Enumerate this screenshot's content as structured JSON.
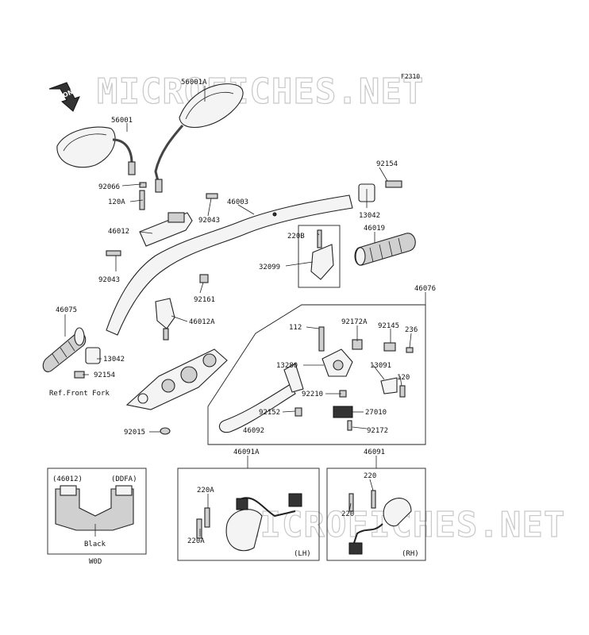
{
  "watermark": "MICROFICHES.NET",
  "figure_code": "F2310",
  "front_arrow": "FRONT",
  "labels": {
    "p56001A": "56001A",
    "p56001": "56001",
    "p92154_top": "92154",
    "p92066": "92066",
    "p120A": "120A",
    "p46003": "46003",
    "p92043_top": "92043",
    "p13042_top": "13042",
    "p46019": "46019",
    "p46012": "46012",
    "p220B": "220B",
    "p32099": "32099",
    "p92043_left": "92043",
    "p92161": "92161",
    "p46076": "46076",
    "p46075": "46075",
    "p46012A": "46012A",
    "p112": "112",
    "p92172A": "92172A",
    "p92145": "92145",
    "p236": "236",
    "p13042_bot": "13042",
    "p13280": "13280",
    "p13091": "13091",
    "p92154_bot": "92154",
    "p120": "120",
    "ref_front_fork": "Ref.Front Fork",
    "p92210": "92210",
    "p92152": "92152",
    "p27010": "27010",
    "p46092": "46092",
    "p92015": "92015",
    "p92172": "92172",
    "p46091A": "46091A",
    "p46091": "46091",
    "inset_46012": "(46012)",
    "inset_ddfa": "(DDFA)",
    "inset_black": "Black",
    "inset_w0d": "W0D",
    "p220A_top": "220A",
    "p220A_bot": "220A",
    "lh": "(LH)",
    "p220_top": "220",
    "p220_left": "220",
    "rh": "(RH)"
  }
}
